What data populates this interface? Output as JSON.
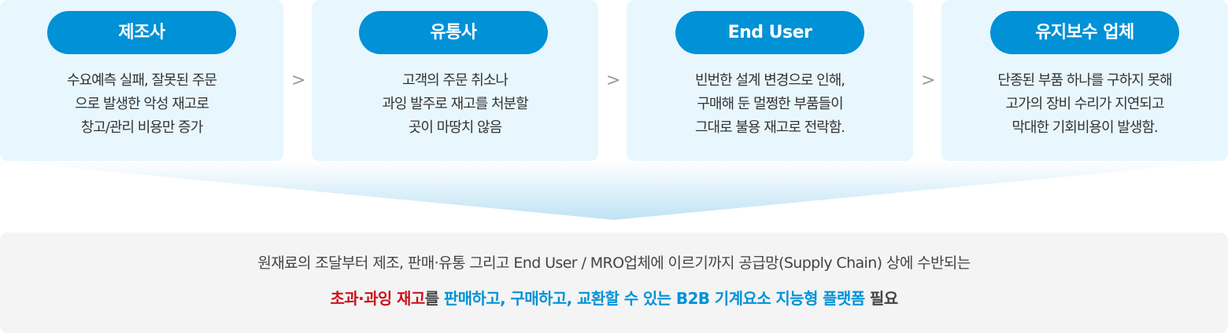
{
  "cards": [
    {
      "title": "제조사",
      "desc": "수요예측 실패, 잘못된 주문\n으로 발생한 악성 재고로\n창고/관리 비용만 증가"
    },
    {
      "title": "유통사",
      "desc": "고객의 주문 취소나\n과잉 발주로 재고를 처분할\n곳이 마땅치 않음"
    },
    {
      "title": "End User",
      "desc": "빈번한 설계 변경으로 인해,\n구매해 둔 멀쩡한 부품들이\n그대로 불용 재고로 전락함."
    },
    {
      "title": "유지보수 업체",
      "desc": "단종된 부품 하나를 구하지 못해\n고가의 장비 수리가 지연되고\n막대한 기회비용이 발생함."
    }
  ],
  "chevron": ">",
  "summary": {
    "line1": "원재료의 조달부터  제조, 판매·유통 그리고 End User / MRO업체에 이르기까지 공급망(Supply Chain) 상에 수반되는",
    "red": "초과·과잉 재고",
    "mid": "를 ",
    "blue": "판매하고, 구매하고, 교환할 수 있는 B2B 기계요소 지능형 플랫폼",
    "end": " 필요"
  },
  "colors": {
    "accent": "#0092d8",
    "red": "#c8151c",
    "card": "#e8f7fe"
  }
}
